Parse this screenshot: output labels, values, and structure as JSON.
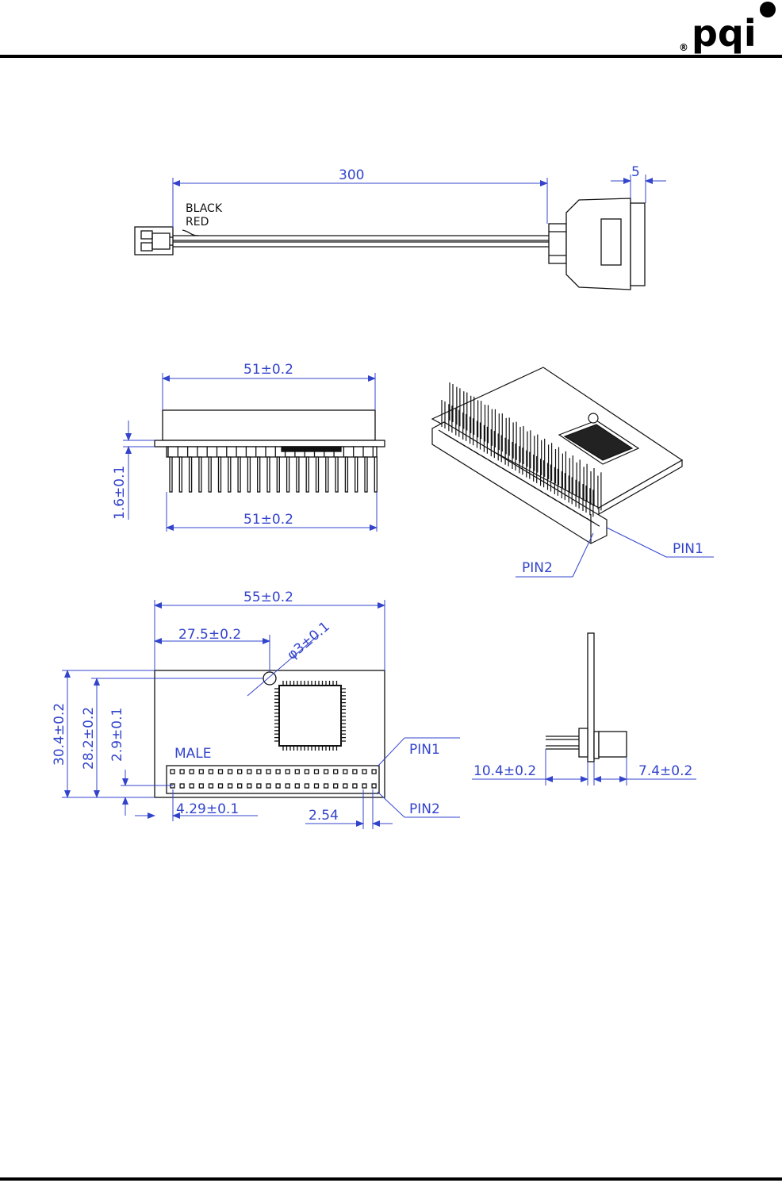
{
  "brand": {
    "logo_text": "pqi",
    "registered_mark": "®"
  },
  "colors": {
    "dimension": "#3344cc",
    "outline": "#111111",
    "rule": "#000000"
  },
  "cable_view": {
    "length_dim": "300",
    "flange_dim": "5",
    "wire_labels": [
      "BLACK",
      "RED"
    ]
  },
  "side_view": {
    "top_width_dim": "51±0.2",
    "bottom_width_dim": "51±0.2",
    "thickness_dim": "1.6±0.1"
  },
  "iso_view": {
    "pin1_label": "PIN1",
    "pin2_label": "PIN2"
  },
  "top_view": {
    "width_dim": "55±0.2",
    "hole_offset_dim": "27.5±0.2",
    "hole_dia_dim": "φ3±0.1",
    "height_dim": "30.4±0.2",
    "hole_height_dim": "28.2±0.2",
    "pin_offset_dim": "2.9±0.1",
    "connector_label": "MALE",
    "pin_x_dim": "4.29±0.1",
    "pitch_dim": "2.54",
    "pin1_label": "PIN1",
    "pin2_label": "PIN2"
  },
  "end_view": {
    "left_dim": "10.4±0.2",
    "right_dim": "7.4±0.2"
  }
}
